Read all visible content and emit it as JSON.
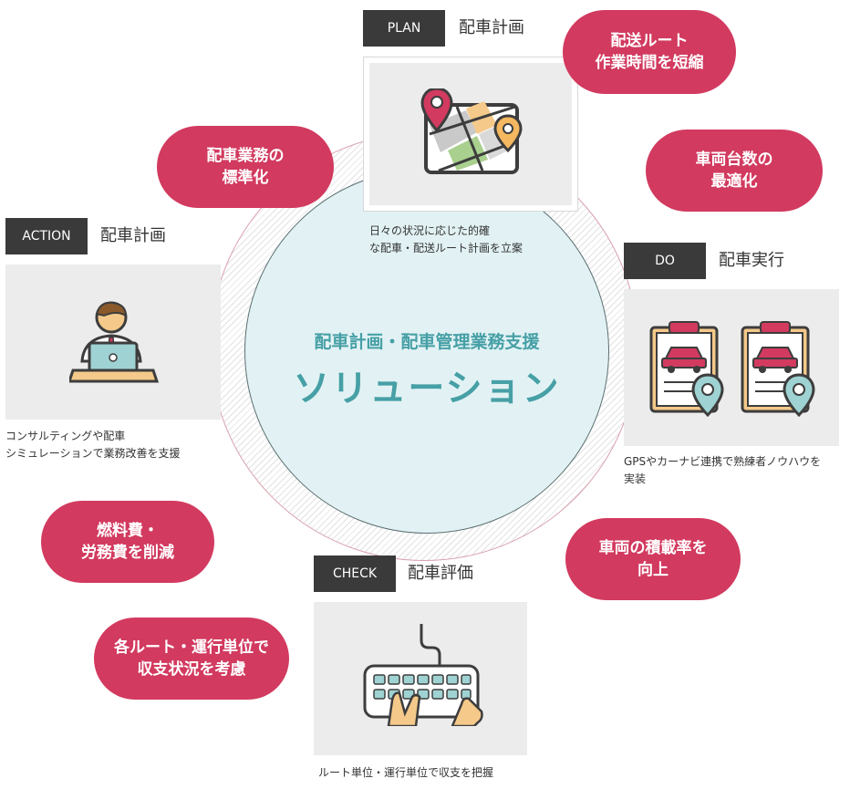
{
  "center": {
    "subtitle": "配車計画・配車管理業務支援",
    "title": "ソリューション"
  },
  "phases": {
    "plan": {
      "tag": "PLAN",
      "title": "配車計画",
      "caption_1": "日々の状況に応じた的確",
      "caption_2": "な配車・配送ルート計画を立案"
    },
    "do": {
      "tag": "DO",
      "title": "配車実行",
      "caption_1": "GPSやカーナビ連携で熟練者ノウハウを",
      "caption_2": "実装"
    },
    "check": {
      "tag": "CHECK",
      "title": "配車評価",
      "caption_1": "ルート単位・運行単位で収支を把握"
    },
    "action": {
      "tag": "ACTION",
      "title": "配車計画",
      "caption_1": "コンサルティングや配車",
      "caption_2": "シミュレーションで業務改善を支援"
    }
  },
  "benefits": {
    "route_time": {
      "line1": "配送ルート",
      "line2": "作業時間を短縮"
    },
    "vehicle_count": {
      "line1": "車両台数の",
      "line2": "最適化"
    },
    "load_rate": {
      "line1": "車両の積載率を",
      "line2": "向上"
    },
    "profit": {
      "line1": "各ルート・運行単位で",
      "line2": "収支状況を考慮"
    },
    "cost": {
      "line1": "燃料費・",
      "line2": "労務費を削減"
    },
    "standardize": {
      "line1": "配車業務の",
      "line2": "標準化"
    }
  },
  "icons": {
    "plan": "map-pins-icon",
    "do": "clipboard-car-icon",
    "check": "keyboard-hands-icon",
    "action": "person-laptop-icon"
  },
  "colors": {
    "accent": "#d23a5f",
    "teal": "#46a0a6",
    "tag_bg": "#3a3a3a",
    "circle_fill": "#e2f2f4"
  }
}
